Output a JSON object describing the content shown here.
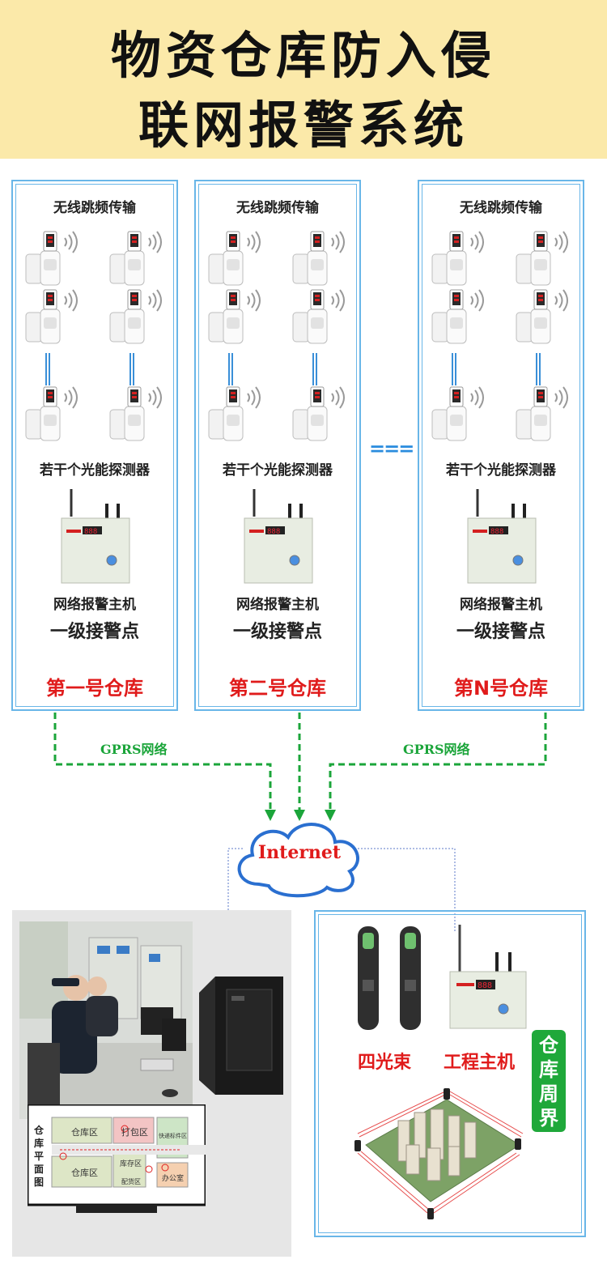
{
  "title": {
    "line1": "物资仓库防入侵",
    "line2": "联网报警系统"
  },
  "warehouses": [
    {
      "transmission": "无线跳频传输",
      "detectors": "若干个光能探测器",
      "host": "网络报警主机",
      "point": "一级接警点",
      "name": "第一号仓库"
    },
    {
      "transmission": "无线跳频传输",
      "detectors": "若干个光能探测器",
      "host": "网络报警主机",
      "point": "一级接警点",
      "name": "第二号仓库"
    },
    {
      "transmission": "无线跳频传输",
      "detectors": "若干个光能探测器",
      "host": "网络报警主机",
      "point": "一级接警点",
      "name": "第N号仓库"
    }
  ],
  "equal_sign": "===",
  "network": {
    "gprs_left": "GPRS网络",
    "gprs_right": "GPRS网络",
    "cloud": "Internet"
  },
  "perimeter": {
    "beam_label": "四光束",
    "host_label": "工程主机",
    "badge": [
      "仓",
      "库",
      "周",
      "界"
    ],
    "display_value": "888"
  },
  "floor_plan": {
    "vertical_label": [
      "仓",
      "库",
      "平",
      "面",
      "图"
    ],
    "rooms": [
      "仓库区",
      "打包区",
      "快递标件区",
      "仓库区",
      "库存区",
      "配货区",
      "办公室"
    ]
  },
  "colors": {
    "title_band": "#fbe9a9",
    "border_blue": "#69b6e8",
    "red": "#e01b1b",
    "green": "#1fa83a",
    "cloud_blue": "#2a6fd0"
  }
}
